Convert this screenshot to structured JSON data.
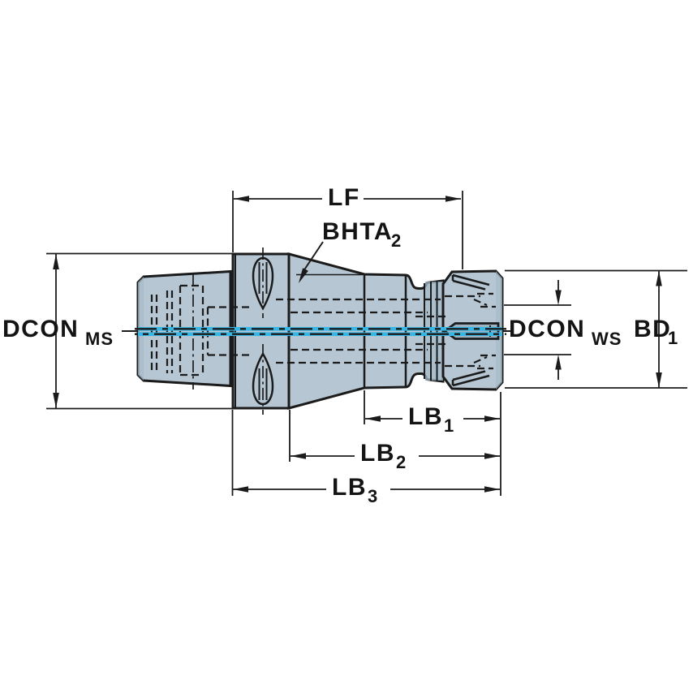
{
  "labels": {
    "lf": {
      "main": "LF",
      "sub": ""
    },
    "bhta2": {
      "main": "BHTA",
      "sub": "2"
    },
    "dcon_ms": {
      "main": "DCON",
      "sub": "MS"
    },
    "dcon_ws": {
      "main": "DCON",
      "sub": "WS"
    },
    "bd1": {
      "main": "BD",
      "sub": "1"
    },
    "lb1": {
      "main": "LB",
      "sub": "1"
    },
    "lb2": {
      "main": "LB",
      "sub": "2"
    },
    "lb3": {
      "main": "LB",
      "sub": "3"
    }
  },
  "colors": {
    "background": "#ffffff",
    "body_fill": "#b6c6d3",
    "body_shade": "#a6bbca",
    "slot_fill": "#9db3c2",
    "centerline_cyan": "#35b6e4",
    "line": "#1b1b1b"
  }
}
